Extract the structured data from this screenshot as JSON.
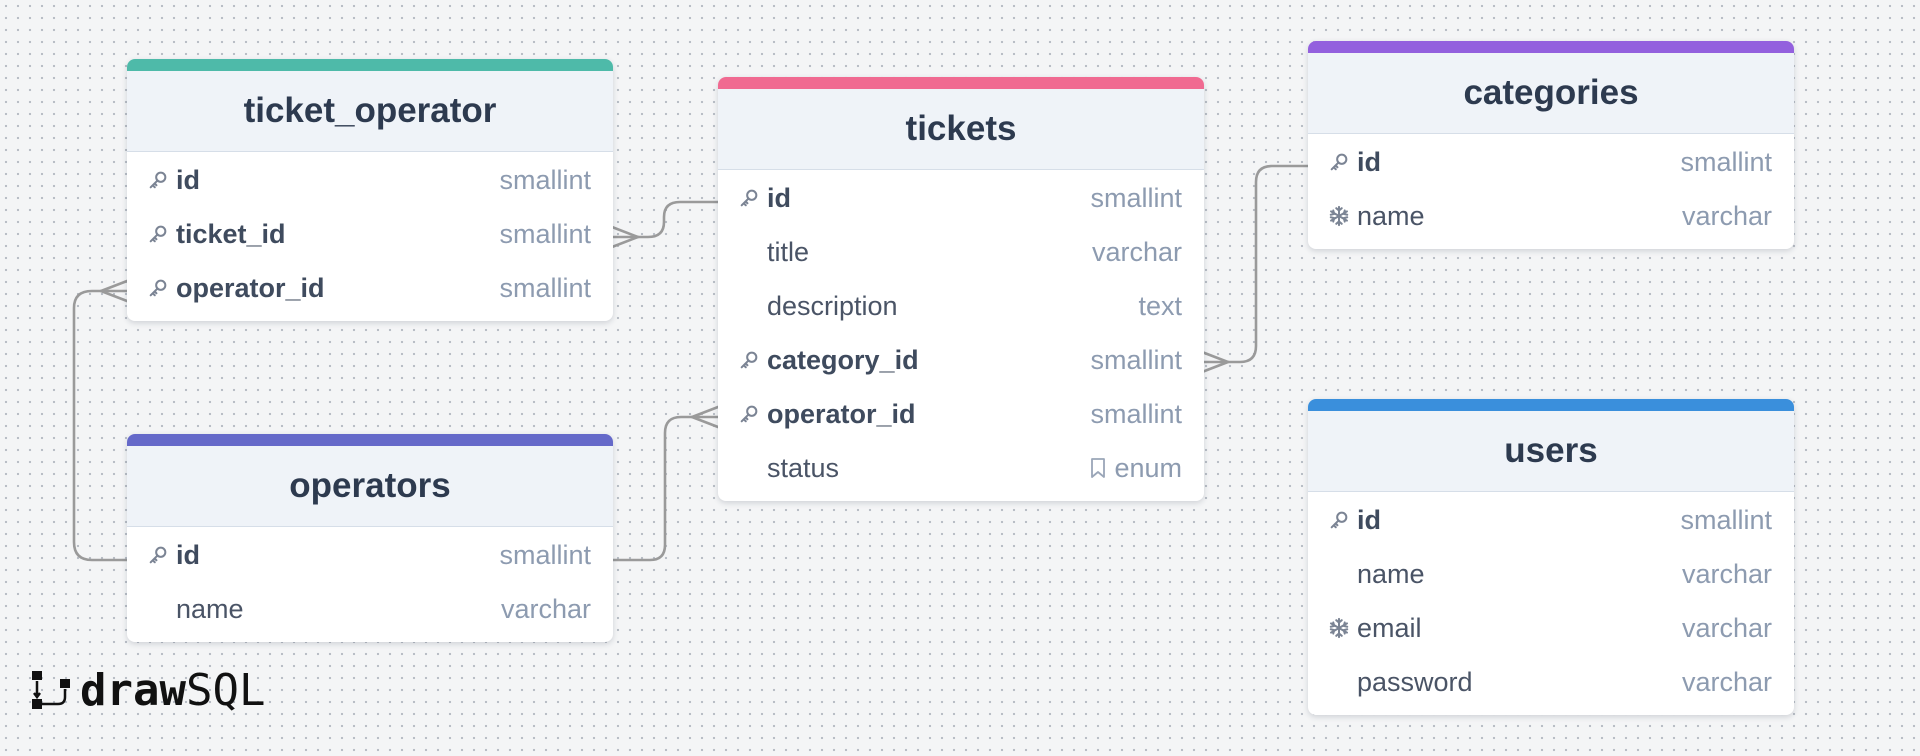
{
  "tables": {
    "ticket_operator": {
      "title": "ticket_operator",
      "accent": "#4ebaa9",
      "columns": [
        {
          "name": "id",
          "type": "smallint",
          "icon": "key-icon"
        },
        {
          "name": "ticket_id",
          "type": "smallint",
          "icon": "key-icon"
        },
        {
          "name": "operator_id",
          "type": "smallint",
          "icon": "key-icon"
        }
      ]
    },
    "tickets": {
      "title": "tickets",
      "accent": "#f06a91",
      "columns": [
        {
          "name": "id",
          "type": "smallint",
          "icon": "key-icon"
        },
        {
          "name": "title",
          "type": "varchar",
          "icon": ""
        },
        {
          "name": "description",
          "type": "text",
          "icon": ""
        },
        {
          "name": "category_id",
          "type": "smallint",
          "icon": "key-icon"
        },
        {
          "name": "operator_id",
          "type": "smallint",
          "icon": "key-icon"
        },
        {
          "name": "status",
          "type": "enum",
          "icon": "",
          "type_icon": "bookmark-icon"
        }
      ]
    },
    "categories": {
      "title": "categories",
      "accent": "#9360de",
      "columns": [
        {
          "name": "id",
          "type": "smallint",
          "icon": "key-icon"
        },
        {
          "name": "name",
          "type": "varchar",
          "icon": "snowflake-icon"
        }
      ]
    },
    "operators": {
      "title": "operators",
      "accent": "#6569c9",
      "columns": [
        {
          "name": "id",
          "type": "smallint",
          "icon": "key-icon"
        },
        {
          "name": "name",
          "type": "varchar",
          "icon": ""
        }
      ]
    },
    "users": {
      "title": "users",
      "accent": "#3a8fdc",
      "columns": [
        {
          "name": "id",
          "type": "smallint",
          "icon": "key-icon"
        },
        {
          "name": "name",
          "type": "varchar",
          "icon": ""
        },
        {
          "name": "email",
          "type": "varchar",
          "icon": "snowflake-icon"
        },
        {
          "name": "password",
          "type": "varchar",
          "icon": ""
        }
      ]
    }
  },
  "relations": [
    {
      "from": "ticket_operator.ticket_id",
      "to": "tickets.id",
      "cardinality": "many-to-one"
    },
    {
      "from": "ticket_operator.operator_id",
      "to": "operators.id",
      "cardinality": "many-to-one"
    },
    {
      "from": "tickets.operator_id",
      "to": "operators.id",
      "cardinality": "many-to-one"
    },
    {
      "from": "tickets.category_id",
      "to": "categories.id",
      "cardinality": "many-to-one"
    }
  ],
  "logo": {
    "bold_text": "draw",
    "light_text": "SQL"
  },
  "colors": {
    "relation_line": "#9a9a9a",
    "header_bg": "#eff3f8",
    "title_text": "#2d3a4f",
    "column_text": "#4a5466",
    "type_text": "#8d9bb0"
  }
}
